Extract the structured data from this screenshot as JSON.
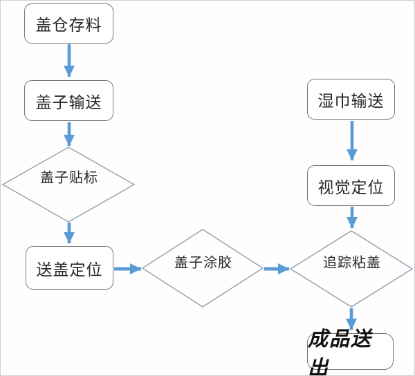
{
  "diagram": {
    "kind": "flowchart",
    "language": "zh-CN"
  },
  "nodes": {
    "lid_storage": {
      "label": "盖仓存料",
      "type": "process"
    },
    "lid_convey": {
      "label": "盖子输送",
      "type": "process"
    },
    "lid_labeling": {
      "label": "盖子贴标",
      "type": "decision"
    },
    "lid_positioning": {
      "label": "送盖定位",
      "type": "process"
    },
    "lid_gluing": {
      "label": "盖子涂胶",
      "type": "decision"
    },
    "wipes_convey": {
      "label": "湿巾输送",
      "type": "process"
    },
    "vision_positioning": {
      "label": "视觉定位",
      "type": "process"
    },
    "tracking_sticking": {
      "label": "追踪粘盖",
      "type": "decision"
    },
    "product_output": {
      "label": "成品送出",
      "type": "terminal"
    }
  },
  "edges": [
    {
      "from": "lid_storage",
      "to": "lid_convey"
    },
    {
      "from": "lid_convey",
      "to": "lid_labeling"
    },
    {
      "from": "lid_labeling",
      "to": "lid_positioning"
    },
    {
      "from": "lid_positioning",
      "to": "lid_gluing"
    },
    {
      "from": "lid_gluing",
      "to": "tracking_sticking"
    },
    {
      "from": "wipes_convey",
      "to": "vision_positioning"
    },
    {
      "from": "vision_positioning",
      "to": "tracking_sticking"
    },
    {
      "from": "tracking_sticking",
      "to": "product_output"
    }
  ],
  "colors": {
    "arrow": "#5b9bd5",
    "process_border": "#757575",
    "decision_border": "#919fad",
    "text": "#262626",
    "background": "#fefefe"
  }
}
